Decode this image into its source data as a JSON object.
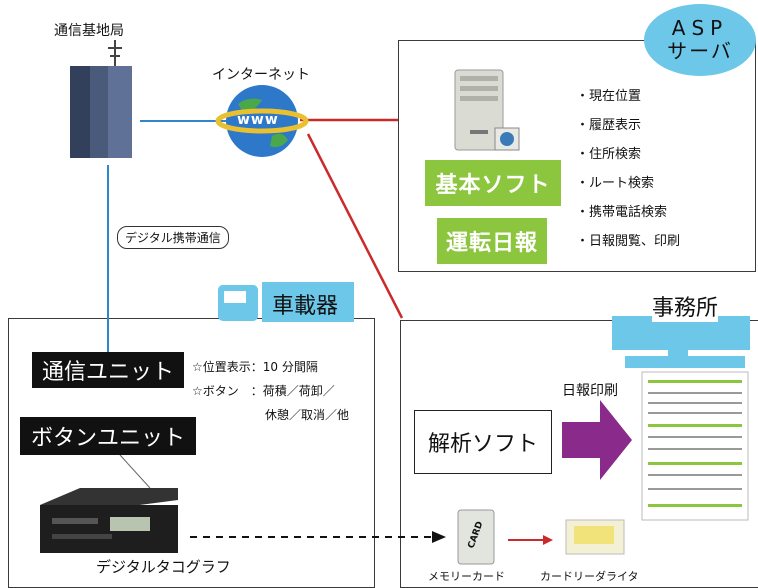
{
  "nodes": {
    "base_station": "通信基地局",
    "internet": "インターネット",
    "www": "www",
    "digital_comm": "デジタル携帯通信",
    "asp_line1": "ASP",
    "asp_line2": "サーバ",
    "basic_soft": "基本ソフト",
    "driving_report": "運転日報",
    "vehicle_unit": "車載器",
    "comm_unit": "通信ユニット",
    "button_unit": "ボタンユニット",
    "tachograph": "デジタルタコグラフ",
    "office": "事務所",
    "analysis_soft": "解析ソフト",
    "daily_print": "日報印刷",
    "memory_card": "メモリーカード",
    "card_reader": "カードリーダライタ",
    "card_text": "CARD"
  },
  "asp_features": [
    "・現在位置",
    "・履歴表示",
    "・住所検索",
    "・ルート検索",
    "・携帯電話検索",
    "・日報閲覧、印刷"
  ],
  "unit_specs": {
    "line1": "☆位置表示：10 分間隔",
    "line2": "☆ボタン　：荷積／荷卸／",
    "line3": "休憩／取消／他"
  },
  "colors": {
    "accent_green": "#8cc63f",
    "bubble_blue": "#6cc7e9",
    "link_blue": "#2f86c8",
    "link_red": "#cc2a2a",
    "truck_blue": "#6cc7e9",
    "arrow_purple": "#8a2a8a"
  }
}
